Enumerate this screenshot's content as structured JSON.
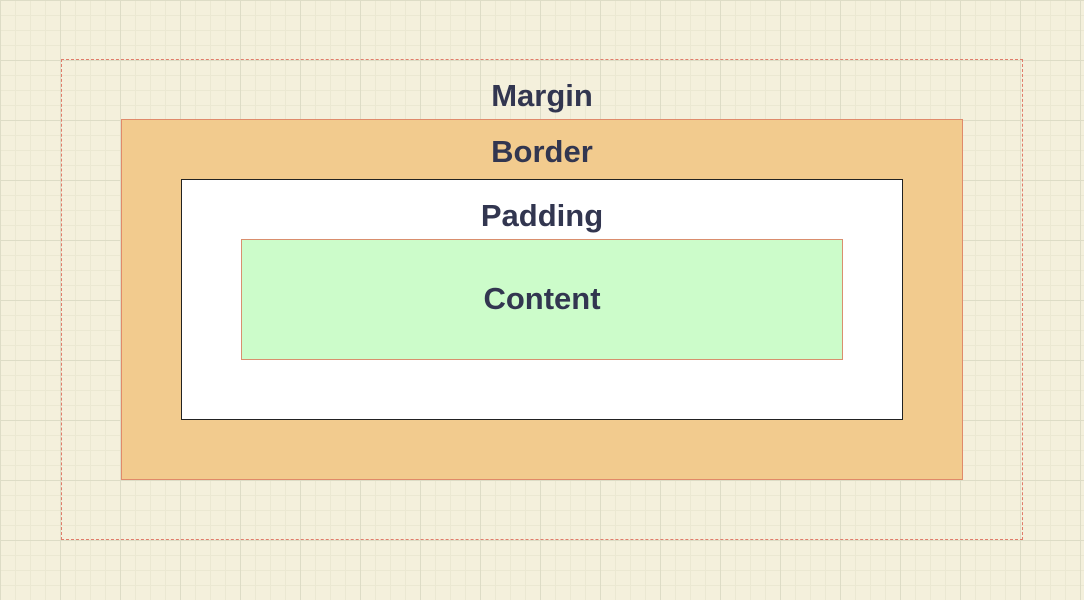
{
  "diagram": {
    "layers": {
      "margin": {
        "label": "Margin",
        "fill": "transparent",
        "stroke": "#e07c6a"
      },
      "border": {
        "label": "Border",
        "fill": "#f2cb8e",
        "stroke": "#e08a6a"
      },
      "padding": {
        "label": "Padding",
        "fill": "#ffffff",
        "stroke": "#222222"
      },
      "content": {
        "label": "Content",
        "fill": "#ccfcca",
        "stroke": "#d98f6e"
      }
    },
    "text_color": "#323650",
    "background_color": "#f4f0dc"
  }
}
